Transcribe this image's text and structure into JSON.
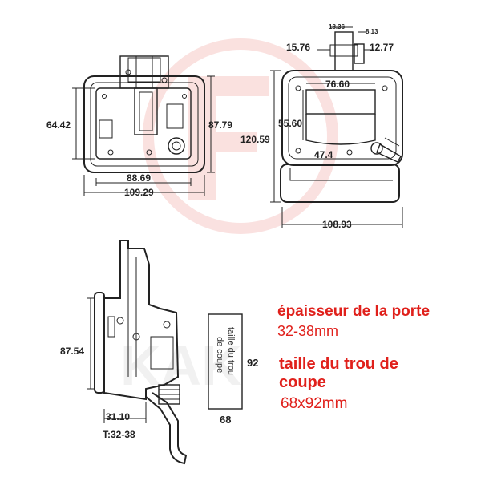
{
  "front_view": {
    "dim_height_inner": "64.42",
    "dim_height_outer": "87.79",
    "dim_width_inner": "88.69",
    "dim_width_outer": "109.29"
  },
  "rear_view": {
    "dim_top_a": "18.36",
    "dim_top_b": "8.13",
    "dim_left_top": "15.76",
    "dim_right_top": "12.77",
    "dim_inner_width": "76.60",
    "dim_inner_height": "55.60",
    "dim_height": "120.59",
    "dim_bottom_inner": "47.4",
    "dim_width": "108.93"
  },
  "side_view": {
    "dim_height": "87.54",
    "dim_depth": "31.10",
    "thickness_label": "T:32-38"
  },
  "cutout": {
    "label": "taille du trou de coupe",
    "height": "92",
    "width": "68"
  },
  "specs": {
    "door_thickness_title": "épaisseur de la porte",
    "door_thickness_value": "32-38mm",
    "cutout_title": "taille du trou de coupe",
    "cutout_value": "68x92mm"
  },
  "colors": {
    "accent": "#e0201b",
    "line": "#222222",
    "watermark": "#f6c9c6"
  }
}
